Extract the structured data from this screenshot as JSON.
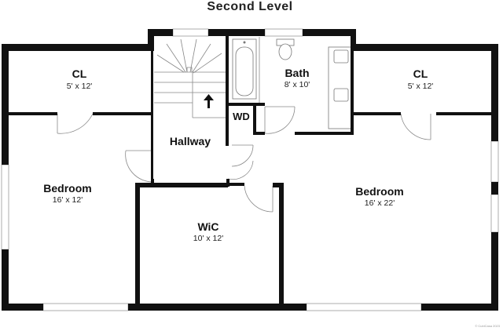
{
  "plan": {
    "title": "Second Level",
    "credit": "© CubiCasa 2023",
    "rooms": [
      {
        "key": "cl_left",
        "name": "CL",
        "dims": "5' x 12'"
      },
      {
        "key": "bath",
        "name": "Bath",
        "dims": "8' x 10'"
      },
      {
        "key": "cl_right",
        "name": "CL",
        "dims": "5' x 12'"
      },
      {
        "key": "hallway",
        "name": "Hallway",
        "dims": ""
      },
      {
        "key": "bedroom_left",
        "name": "Bedroom",
        "dims": "16' x 12'"
      },
      {
        "key": "bedroom_right",
        "name": "Bedroom",
        "dims": "16' x 22'"
      },
      {
        "key": "wic",
        "name": "WiC",
        "dims": "10' x 12'"
      }
    ],
    "wd": "WD",
    "colors": {
      "wall": "#111111",
      "line": "#888888",
      "background": "#ffffff"
    }
  }
}
